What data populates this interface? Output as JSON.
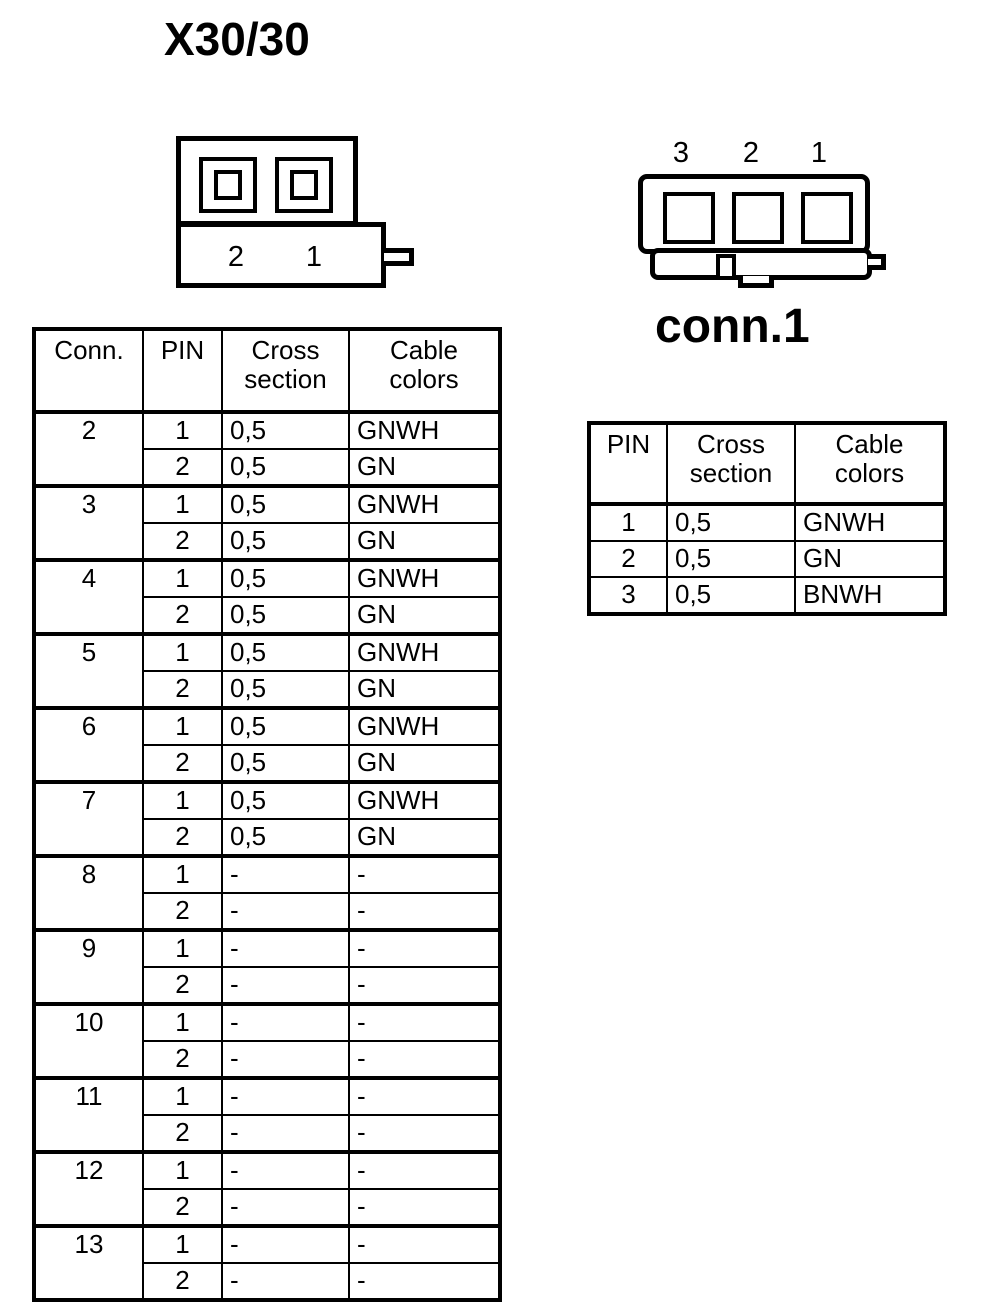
{
  "page": {
    "title": "X30/30"
  },
  "left_connector": {
    "name": "left-connector-diagram",
    "pin_labels": [
      "2",
      "1"
    ],
    "terminal_count": 2
  },
  "right_connector": {
    "name": "right-connector-diagram",
    "caption": "conn.1",
    "pin_labels": [
      "3",
      "2",
      "1"
    ],
    "terminal_count": 3
  },
  "main_table": {
    "headers": {
      "conn": "Conn.",
      "pin": "PIN",
      "cross_line1": "Cross",
      "cross_line2": "section",
      "color_line1": "Cable",
      "color_line2": "colors"
    },
    "groups": [
      {
        "conn": "2",
        "rows": [
          {
            "pin": "1",
            "cross": "0,5",
            "color": "GNWH"
          },
          {
            "pin": "2",
            "cross": "0,5",
            "color": "GN"
          }
        ]
      },
      {
        "conn": "3",
        "rows": [
          {
            "pin": "1",
            "cross": "0,5",
            "color": "GNWH"
          },
          {
            "pin": "2",
            "cross": "0,5",
            "color": "GN"
          }
        ]
      },
      {
        "conn": "4",
        "rows": [
          {
            "pin": "1",
            "cross": "0,5",
            "color": "GNWH"
          },
          {
            "pin": "2",
            "cross": "0,5",
            "color": "GN"
          }
        ]
      },
      {
        "conn": "5",
        "rows": [
          {
            "pin": "1",
            "cross": "0,5",
            "color": "GNWH"
          },
          {
            "pin": "2",
            "cross": "0,5",
            "color": "GN"
          }
        ]
      },
      {
        "conn": "6",
        "rows": [
          {
            "pin": "1",
            "cross": "0,5",
            "color": "GNWH"
          },
          {
            "pin": "2",
            "cross": "0,5",
            "color": "GN"
          }
        ]
      },
      {
        "conn": "7",
        "rows": [
          {
            "pin": "1",
            "cross": "0,5",
            "color": "GNWH"
          },
          {
            "pin": "2",
            "cross": "0,5",
            "color": "GN"
          }
        ]
      },
      {
        "conn": "8",
        "rows": [
          {
            "pin": "1",
            "cross": "-",
            "color": "-"
          },
          {
            "pin": "2",
            "cross": "-",
            "color": "-"
          }
        ]
      },
      {
        "conn": "9",
        "rows": [
          {
            "pin": "1",
            "cross": "-",
            "color": "-"
          },
          {
            "pin": "2",
            "cross": "-",
            "color": "-"
          }
        ]
      },
      {
        "conn": "10",
        "rows": [
          {
            "pin": "1",
            "cross": "-",
            "color": "-"
          },
          {
            "pin": "2",
            "cross": "-",
            "color": "-"
          }
        ]
      },
      {
        "conn": "11",
        "rows": [
          {
            "pin": "1",
            "cross": "-",
            "color": "-"
          },
          {
            "pin": "2",
            "cross": "-",
            "color": "-"
          }
        ]
      },
      {
        "conn": "12",
        "rows": [
          {
            "pin": "1",
            "cross": "-",
            "color": "-"
          },
          {
            "pin": "2",
            "cross": "-",
            "color": "-"
          }
        ]
      },
      {
        "conn": "13",
        "rows": [
          {
            "pin": "1",
            "cross": "-",
            "color": "-"
          },
          {
            "pin": "2",
            "cross": "-",
            "color": "-"
          }
        ]
      }
    ]
  },
  "conn1_table": {
    "headers": {
      "pin": "PIN",
      "cross_line1": "Cross",
      "cross_line2": "section",
      "color_line1": "Cable",
      "color_line2": "colors"
    },
    "rows": [
      {
        "pin": "1",
        "cross": "0,5",
        "color": "GNWH"
      },
      {
        "pin": "2",
        "cross": "0,5",
        "color": "GN"
      },
      {
        "pin": "3",
        "cross": "0,5",
        "color": "BNWH"
      }
    ]
  },
  "colors": {
    "ink": "#000000",
    "paper": "#ffffff"
  }
}
